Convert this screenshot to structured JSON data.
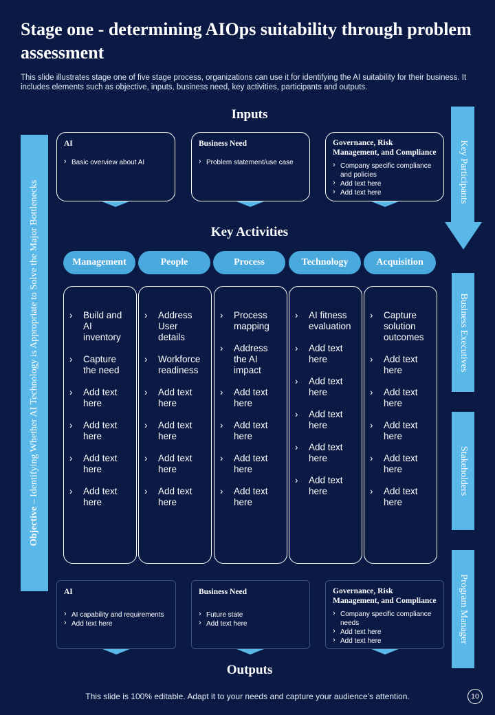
{
  "title": "Stage one - determining AIOps suitability through problem assessment",
  "subtitle": "This slide illustrates stage one of five stage process, organizations can use it for identifying the AI suitability for their business. It includes elements such as objective, inputs, business need, key activities, participants and outputs.",
  "objective": {
    "label": "Objective",
    "text": " – Identifying Whether AI Technology is Appropriate to Solve the Major Bottlenecks"
  },
  "inputs": {
    "heading": "Inputs",
    "boxes": [
      {
        "title": "AI",
        "items": [
          "Basic overview about AI"
        ]
      },
      {
        "title": "Business Need",
        "items": [
          "Problem statement/use case"
        ]
      },
      {
        "title": "Governance, Risk Management, and Compliance",
        "items": [
          "Company specific compliance and policies",
          "Add text here",
          "Add text here"
        ]
      }
    ]
  },
  "key_activities": {
    "heading": "Key Activities",
    "columns": [
      {
        "label": "Management",
        "items": [
          "Build and AI inventory",
          "Capture the need",
          "Add text here",
          "Add text here",
          "Add text here",
          "Add text here"
        ]
      },
      {
        "label": "People",
        "items": [
          "Address User details",
          "Workforce readiness",
          "Add text here",
          "Add text here",
          "Add text here",
          "Add text here"
        ]
      },
      {
        "label": "Process",
        "items": [
          "Process mapping",
          "Address the AI impact",
          "Add text here",
          "Add text here",
          "Add text here",
          "Add text here"
        ]
      },
      {
        "label": "Technology",
        "items": [
          "AI fitness evaluation",
          "Add text here",
          "Add text here",
          "Add text here",
          "Add text here",
          "Add text here"
        ]
      },
      {
        "label": "Acquisition",
        "items": [
          "Capture solution outcomes",
          "Add text here",
          "Add text here",
          "Add text here",
          "Add text here",
          "Add text here"
        ]
      }
    ]
  },
  "participants": {
    "heading": "Key Participants",
    "items": [
      "Business Executives",
      "Stakeholders",
      "Program Manager"
    ]
  },
  "outputs": {
    "heading": "Outputs",
    "boxes": [
      {
        "title": "AI",
        "items": [
          "AI capability and requirements",
          "Add text here"
        ]
      },
      {
        "title": "Business Need",
        "items": [
          "Future state",
          "Add text here"
        ]
      },
      {
        "title": "Governance, Risk Management, and Compliance",
        "items": [
          "Company specific compliance needs",
          "Add text here",
          "Add text here"
        ]
      }
    ]
  },
  "footer": "This slide is 100% editable. Adapt it to your needs and capture your audience’s attention.",
  "page_number": "10",
  "colors": {
    "background": "#0b1a45",
    "accent": "#5ab8e8",
    "pill": "#49a9dc"
  }
}
